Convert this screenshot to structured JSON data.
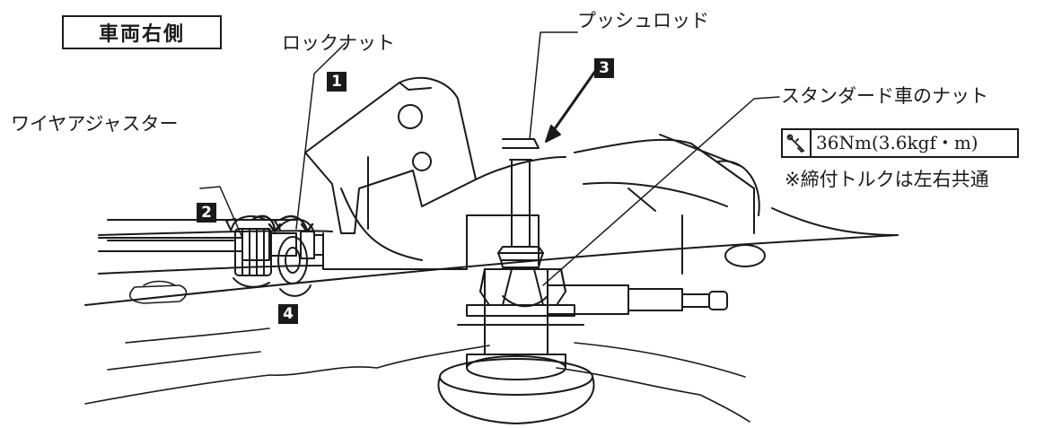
{
  "side_label": "車両右側",
  "labels": {
    "lock_nut": "ロックナット",
    "push_rod": "プッシュロッド",
    "wire_adjuster": "ワイヤアジャスター",
    "standard_nut": "スタンダード車のナット",
    "torque_note": "※締付トルクは左右共通"
  },
  "torque": {
    "icon": "torque-wrench-icon",
    "value": "36Nm(3.6kgf・m)"
  },
  "steps": [
    "1",
    "2",
    "3",
    "4"
  ]
}
